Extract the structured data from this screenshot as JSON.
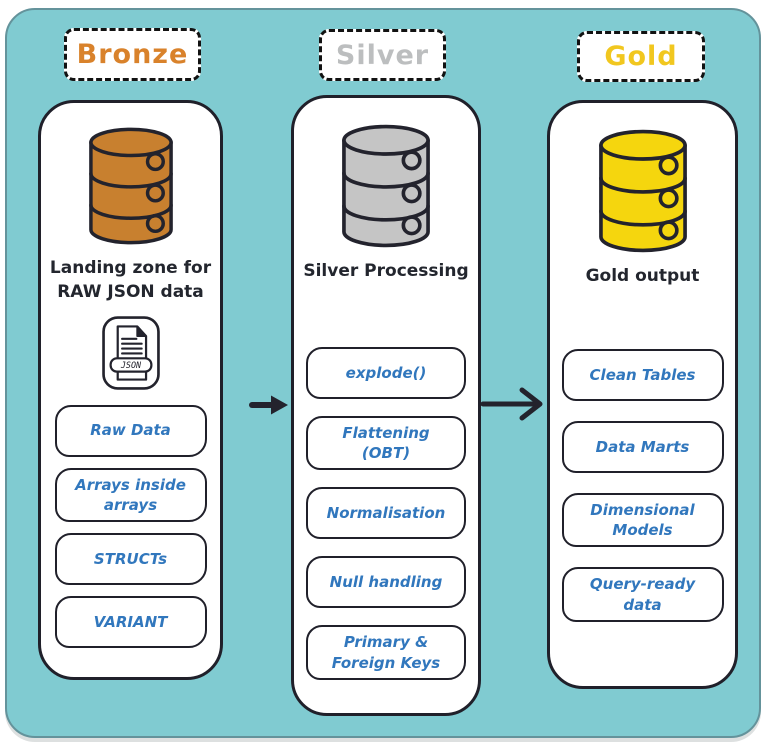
{
  "diagram": {
    "stages": [
      {
        "label": "Bronze",
        "label_color": "#d9822b",
        "db_color": "#c8802f",
        "heading_lines": [
          "Landing zone for",
          "RAW JSON data"
        ],
        "file_badge": "JSON",
        "items": [
          "Raw Data",
          "Arrays inside arrays",
          "STRUCTs",
          "VARIANT"
        ]
      },
      {
        "label": "Silver",
        "label_color": "#bcbebf",
        "db_color": "#c5c5c5",
        "heading_lines": [
          "Silver Processing"
        ],
        "items": [
          "explode()",
          "Flattening (OBT)",
          "Normalisation",
          "Null handling",
          "Primary & Foreign Keys"
        ]
      },
      {
        "label": "Gold",
        "label_color": "#f1c71f",
        "db_color": "#f5d60e",
        "heading_lines": [
          "Gold output"
        ],
        "items": [
          "Clean Tables",
          "Data Marts",
          "Dimensional Models",
          "Query-ready data"
        ]
      }
    ],
    "colors": {
      "canvas_background": "#80cbd1",
      "panel_border": "#64939b",
      "card_background": "#ffffff",
      "sketch_outline": "#20202a",
      "item_text_blue": "#3177bd"
    }
  }
}
